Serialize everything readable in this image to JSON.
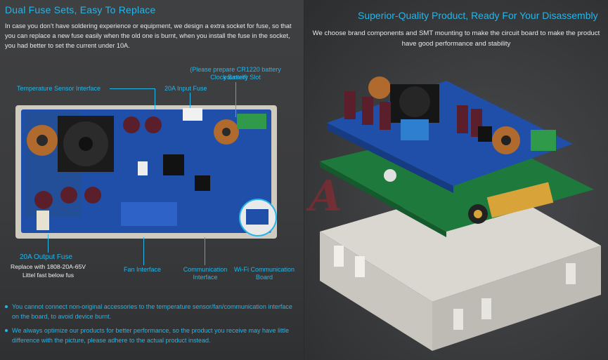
{
  "left": {
    "title": "Dual Fuse Sets, Easy To Replace",
    "paragraph": "In case you don’t have soldering experience or equipment, we design a extra socket for fuse, so that you can replace a new fuse easily when the old one is burnt, when you install the fuse in the socket, you had better to set the current under 10A.",
    "callouts": {
      "battery_note": "(Please prepare CR1220 battery yourself)",
      "battery_slot": "Clock Battery Slot",
      "temp_sensor": "Temperature Sensor Interface",
      "input_fuse": "20A Input Fuse",
      "output_fuse": "20A Output Fuse",
      "output_fuse_detail_1": "Replace with 1808-20A-65V",
      "output_fuse_detail_2": "Littel fast below fus",
      "fan": "Fan Interface",
      "comm_1": "Communication",
      "comm_2": "Interface",
      "wifi_1": "Wi-Fi Communication",
      "wifi_2": "Board"
    },
    "notes": [
      "You cannot connect non-original accessories to the temperature sensor/fan/communication interface on the board, to avoid device burnt.",
      "We always optimize our products for better performance, so the product you receive may have little difference with the picture,  please adhere to the actual product instead."
    ]
  },
  "right": {
    "title": "Superior-Quality Product, Ready For Your Disassembly",
    "paragraph": "We choose brand components and SMT mounting to make the circuit board to make the product have good performance and stability"
  },
  "colors": {
    "accent": "#27b5e8",
    "background": "#3b3c3e",
    "text": "#e8e8e8",
    "pcb_blue": "#1f4fa8",
    "pcb_green": "#1d7a3c"
  }
}
